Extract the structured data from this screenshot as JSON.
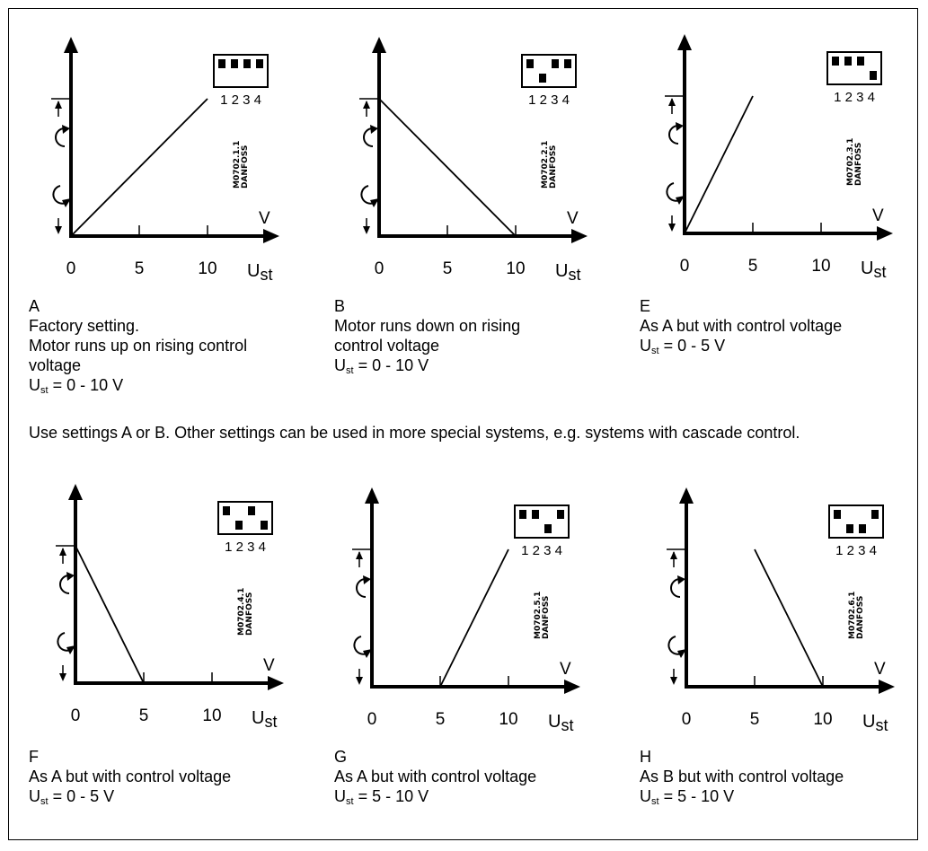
{
  "axis": {
    "ticks": [
      "0",
      "5",
      "10"
    ],
    "x_label_main": "U",
    "x_label_sub": "st",
    "unit": "V"
  },
  "switch_numbers": "1 2 3 4",
  "note": "Use settings A or B. Other settings can be used in more special systems, e.g. systems with cascade control.",
  "panels": [
    {
      "id": "A",
      "code_line1": "M0702.1.1",
      "code_line2": "DANFOSS",
      "switches": [
        "up",
        "up",
        "up",
        "up"
      ],
      "line": {
        "from": [
          0,
          0
        ],
        "to": [
          10,
          1
        ]
      },
      "caption_lines": [
        "A",
        "Factory setting.",
        "Motor runs up on rising control",
        "voltage"
      ],
      "formula_main": "U",
      "formula_sub": "st",
      "formula_rest": " = 0 - 10 V"
    },
    {
      "id": "B",
      "code_line1": "M0702.2.1",
      "code_line2": "DANFOSS",
      "switches": [
        "up",
        "down",
        "up",
        "up"
      ],
      "line": {
        "from": [
          0,
          1
        ],
        "to": [
          10,
          0
        ]
      },
      "caption_lines": [
        "B",
        "Motor runs down on rising",
        "control voltage"
      ],
      "formula_main": "U",
      "formula_sub": "st",
      "formula_rest": " = 0 - 10 V"
    },
    {
      "id": "E",
      "code_line1": "M0702.3.1",
      "code_line2": "DANFOSS",
      "switches": [
        "up",
        "up",
        "up",
        "down"
      ],
      "line": {
        "from": [
          0,
          0
        ],
        "to": [
          5,
          1
        ]
      },
      "caption_lines": [
        "E",
        "As A but with control voltage"
      ],
      "formula_main": "U",
      "formula_sub": "st",
      "formula_rest": " = 0 - 5 V"
    },
    {
      "id": "F",
      "code_line1": "M0702.4.1",
      "code_line2": "DANFOSS",
      "switches": [
        "up",
        "down",
        "up",
        "down"
      ],
      "line": {
        "from": [
          0,
          1
        ],
        "to": [
          5,
          0
        ]
      },
      "caption_lines": [
        "F",
        "As A but with control voltage"
      ],
      "formula_main": "U",
      "formula_sub": "st",
      "formula_rest": " = 0 - 5 V"
    },
    {
      "id": "G",
      "code_line1": "M0702.5.1",
      "code_line2": "DANFOSS",
      "switches": [
        "up",
        "up",
        "down",
        "up"
      ],
      "line": {
        "from": [
          5,
          0
        ],
        "to": [
          10,
          1
        ]
      },
      "caption_lines": [
        "G",
        "As A but with control voltage"
      ],
      "formula_main": "U",
      "formula_sub": "st",
      "formula_rest": " = 5 - 10 V"
    },
    {
      "id": "H",
      "code_line1": "M0702.6.1",
      "code_line2": "DANFOSS",
      "switches": [
        "up",
        "down",
        "down",
        "up"
      ],
      "line": {
        "from": [
          5,
          1
        ],
        "to": [
          10,
          0
        ]
      },
      "caption_lines": [
        "H",
        "As B but with control voltage"
      ],
      "formula_main": "U",
      "formula_sub": "st",
      "formula_rest": " = 5 - 10 V"
    }
  ]
}
